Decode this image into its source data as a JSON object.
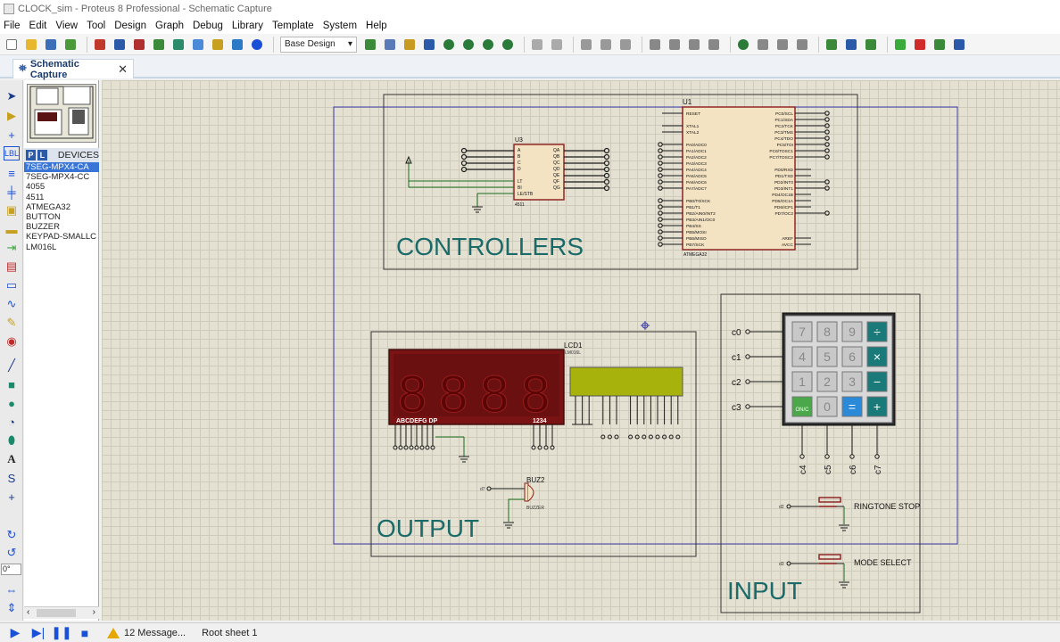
{
  "window": {
    "title": "CLOCK_sim - Proteus 8 Professional - Schematic Capture"
  },
  "menu": [
    "File",
    "Edit",
    "View",
    "Tool",
    "Design",
    "Graph",
    "Debug",
    "Library",
    "Template",
    "System",
    "Help"
  ],
  "toolbar": {
    "design_select": "Base Design"
  },
  "tabs": [
    {
      "label": "Schematic Capture"
    }
  ],
  "left_tools": {
    "rotation_value": "0°"
  },
  "devices": {
    "header": "DEVICES",
    "p_label": "P",
    "l_label": "L",
    "items": [
      "7SEG-MPX4-CA",
      "7SEG-MPX4-CC",
      "4055",
      "4511",
      "ATMEGA32",
      "BUTTON",
      "BUZZER",
      "KEYPAD-SMALLC",
      "LM016L"
    ],
    "selected": 0
  },
  "schematic": {
    "controllers_label": "CONTROLLERS",
    "output_label": "OUTPUT",
    "input_label": "INPUT",
    "u1": {
      "ref": "U1",
      "part": "ATMEGA32",
      "left_pins": [
        "RESET",
        "XTAL1",
        "XTAL2",
        "PA0/ADC0",
        "PA1/ADC1",
        "PA2/ADC2",
        "PA3/ADC3",
        "PA4/ADC4",
        "PA5/ADC5",
        "PA6/ADC6",
        "PA7/ADC7",
        "PB0/T0/XCK",
        "PB1/T1",
        "PB2/AIN0/INT2",
        "PB3/AIN1/OC0",
        "PB4/SS",
        "PB5/MOSI",
        "PB6/MISO",
        "PB7/SCK"
      ],
      "right_pins": [
        "PC0/SCL",
        "PC1/SDA",
        "PC2/TCK",
        "PC3/TMS",
        "PC4/TDO",
        "PC5/TDI",
        "PC6/TOSC1",
        "PC7/TOSC2",
        "PD0/RXD",
        "PD1/TXD",
        "PD2/INT0",
        "PD3/INT1",
        "PD4/OC1B",
        "PD5/OC1A",
        "PD6/ICP1",
        "PD7/OC2",
        "AREF",
        "AVCC"
      ]
    },
    "u3": {
      "ref": "U3",
      "part": "4511",
      "left_pins": [
        "A",
        "B",
        "C",
        "D",
        "LT",
        "BI",
        "LE/STB"
      ],
      "right_pins": [
        "QA",
        "QB",
        "QC",
        "QD",
        "QE",
        "QF",
        "QG"
      ]
    },
    "lcd": {
      "ref": "LCD1",
      "part": "LM016L"
    },
    "seg_display": {
      "digits": [
        "8",
        "8",
        "8",
        "8"
      ],
      "left_caption": "ABCDEFG  DP",
      "right_caption": "1234"
    },
    "buzzer": {
      "ref": "BUZ2",
      "part": "BUZZER",
      "net": "d7"
    },
    "keypad": {
      "rows": [
        "c0",
        "c1",
        "c2",
        "c3"
      ],
      "cols": [
        "c4",
        "c5",
        "c6",
        "c7"
      ],
      "keys": [
        [
          "7",
          "8",
          "9",
          "÷"
        ],
        [
          "4",
          "5",
          "6",
          "×"
        ],
        [
          "1",
          "2",
          "3",
          "−"
        ],
        [
          "ON/C",
          "0",
          "=",
          "+"
        ]
      ]
    },
    "buttons": [
      {
        "label": "RINGTONE STOP",
        "net": "d2"
      },
      {
        "label": "MODE SELECT",
        "net": "d3"
      }
    ]
  },
  "status": {
    "messages": "12 Message...",
    "sheet": "Root sheet 1"
  },
  "colors": {
    "accent": "#3875d7",
    "wire": "#1a6a1a",
    "part_body": "#f4e3c2",
    "part_border": "#8b1a1a",
    "section_text": "#1a6a6a",
    "lcd_screen": "#a7b20c",
    "seg_body": "#7a1414"
  }
}
